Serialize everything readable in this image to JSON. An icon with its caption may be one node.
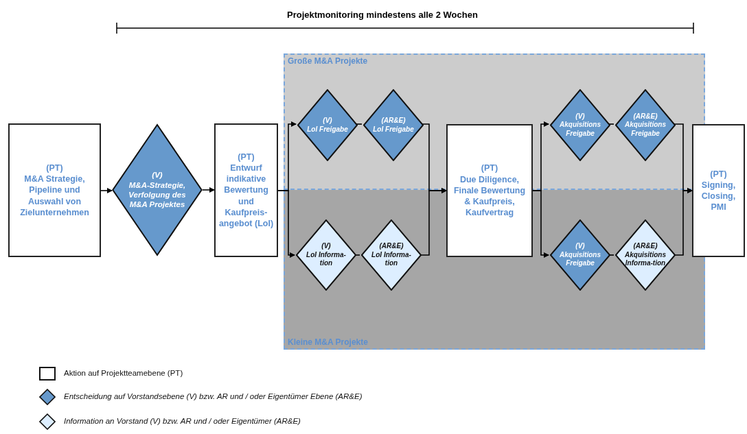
{
  "diagram": {
    "nodes": [
      {
        "text": [
          "(PT)",
          "M&A Strategie, Pipeline und Auswahl von Zielunternehmen"
        ]
      },
      {
        "text": [
          "(V)",
          "M&A-Strategie, Verfolgung des M&A Projektes"
        ]
      },
      {
        "text": [
          "(PT)",
          "Entwurf indikative Bewertung und Kaufpreis-angebot (LoI)"
        ]
      },
      {
        "text": [
          "Große M&A Projekte"
        ]
      },
      {
        "text": [
          "Kleine M&A Projekte"
        ]
      },
      {
        "text": [
          "(V)",
          "LoI Freigabe"
        ],
        "in": 3
      },
      {
        "text": [
          "(AR&E)",
          "LoI Freigabe"
        ],
        "in": 3
      },
      {
        "text": [
          "(V)",
          "LoI Informa-tion"
        ],
        "in": 4
      },
      {
        "text": [
          "(AR&E)",
          "LoI Informa-tion"
        ],
        "in": 4
      },
      {
        "text": [
          "(PT)",
          "Due Diligence, Finale Bewertung & Kaufpreis, Kaufvertrag"
        ]
      },
      {
        "text": [
          "(V)",
          "Akquisitions Freigabe"
        ],
        "in": 3
      },
      {
        "text": [
          "(AR&E)",
          "Akquisitions Freigabe"
        ],
        "in": 3
      },
      {
        "text": [
          "(V)",
          "Akquisitions Freigabe"
        ],
        "in": 4
      },
      {
        "text": [
          "(AR&E)",
          "Akquisitions Informa-tion"
        ],
        "in": 4
      },
      {
        "text": [
          "(PT)",
          "Signing, Closing, PMI"
        ]
      }
    ],
    "edges": [
      {
        "from": 0,
        "to": 1,
        "arrow": "to"
      },
      {
        "from": 1,
        "to": 2,
        "arrow": "to"
      },
      {
        "from": 2,
        "to": 5,
        "arrow": "to"
      },
      {
        "from": 2,
        "to": 7,
        "arrow": "to"
      },
      {
        "from": 5,
        "to": 6,
        "arrow": "none"
      },
      {
        "from": 7,
        "to": 8,
        "arrow": "none"
      },
      {
        "from": 6,
        "to": 9,
        "arrow": "to"
      },
      {
        "from": 8,
        "to": 9,
        "arrow": "to"
      },
      {
        "from": 9,
        "to": 10,
        "arrow": "to"
      },
      {
        "from": 9,
        "to": 12,
        "arrow": "to"
      },
      {
        "from": 10,
        "to": 11,
        "arrow": "none"
      },
      {
        "from": 12,
        "to": 13,
        "arrow": "none"
      },
      {
        "from": 11,
        "to": 14,
        "arrow": "to"
      },
      {
        "from": 13,
        "to": 14,
        "arrow": "to"
      }
    ],
    "labels": [
      "Projektmonitoring mindestens alle 2 Wochen"
    ],
    "legend": [
      {
        "text": "Aktion auf Projektteamebene (PT)"
      },
      {
        "text": "Entscheidung auf Vorstandsebene (V) bzw. AR und / oder Eigentümer Ebene (AR&E)",
        "color": "#6699cc"
      },
      {
        "text": "Information an Vorstand (V) bzw. AR und / oder Eigentümer (AR&E)",
        "color": "#ddeeff"
      }
    ]
  }
}
